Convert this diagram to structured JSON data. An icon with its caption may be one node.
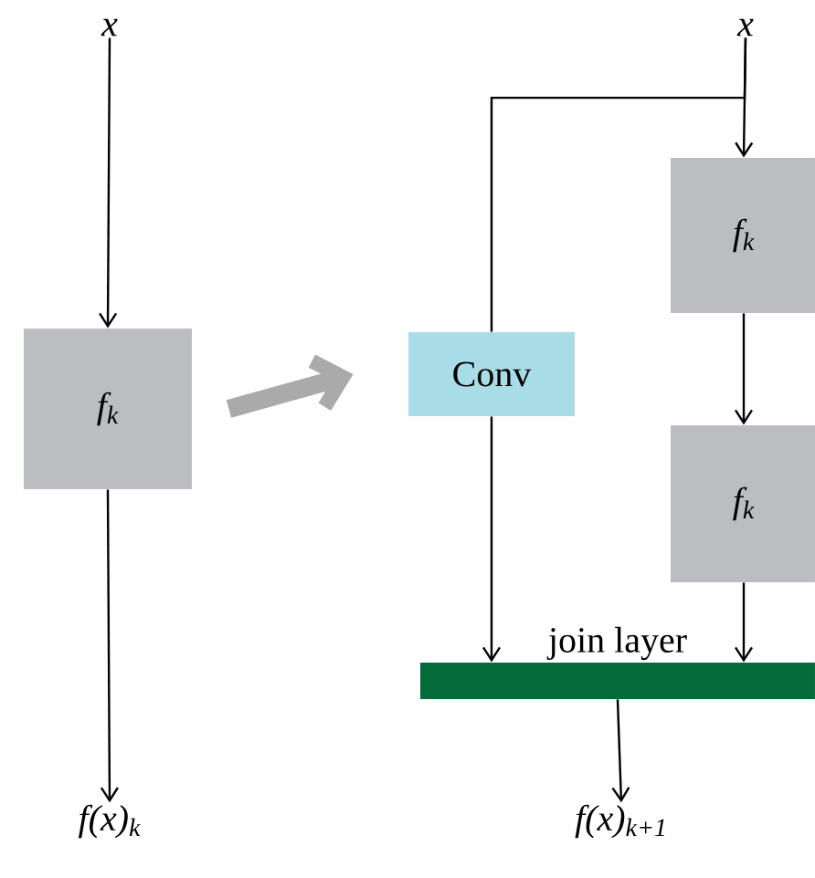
{
  "diagram": {
    "nodes": [
      {
        "text": [
          "x"
        ]
      },
      {
        "text": [
          "f$_{k}$"
        ]
      },
      {
        "text": [
          "f(x)$_{k}$"
        ]
      },
      {
        "text": [
          "x"
        ]
      },
      {
        "text": [
          "Conv"
        ]
      },
      {
        "text": [
          "f$_{k}$"
        ]
      },
      {
        "text": [
          "f$_{k}$"
        ]
      },
      {
        "text": [
          "join layer"
        ]
      },
      {
        "text": [
          "f(x)$_{k+1}$"
        ]
      }
    ],
    "edges": [
      {
        "from": 0,
        "to": 1,
        "arrow": "to"
      },
      {
        "from": 1,
        "to": 2,
        "arrow": "to"
      },
      {
        "from": 1,
        "to": 4,
        "arrow": "to",
        "style": "thick",
        "color": "#aaaaaa"
      },
      {
        "from": 3,
        "to": 5,
        "arrow": "to"
      },
      {
        "from": 3,
        "to": 4,
        "arrow": "none"
      },
      {
        "from": 5,
        "to": 6,
        "arrow": "to"
      },
      {
        "from": 4,
        "to": 7,
        "arrow": "to"
      },
      {
        "from": 6,
        "to": 7,
        "arrow": "to"
      },
      {
        "from": 7,
        "to": 8,
        "arrow": "to"
      }
    ]
  }
}
